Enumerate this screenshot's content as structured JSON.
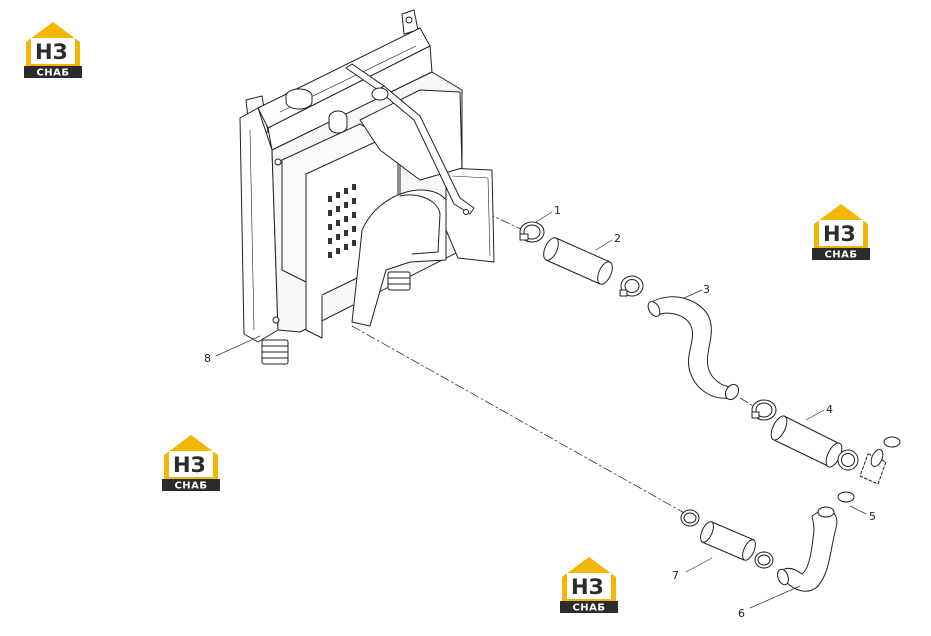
{
  "watermark": {
    "top_text": "НЗ",
    "bottom_text": "СНАБ",
    "accent_color": "#f2b705",
    "dark_color": "#2b2b2b"
  },
  "callouts": [
    "1",
    "2",
    "3",
    "4",
    "5",
    "6",
    "7",
    "8"
  ],
  "colors": {
    "line": "#222222",
    "part_fill": "#f4f4f4",
    "shade": "#d9d9d9"
  }
}
